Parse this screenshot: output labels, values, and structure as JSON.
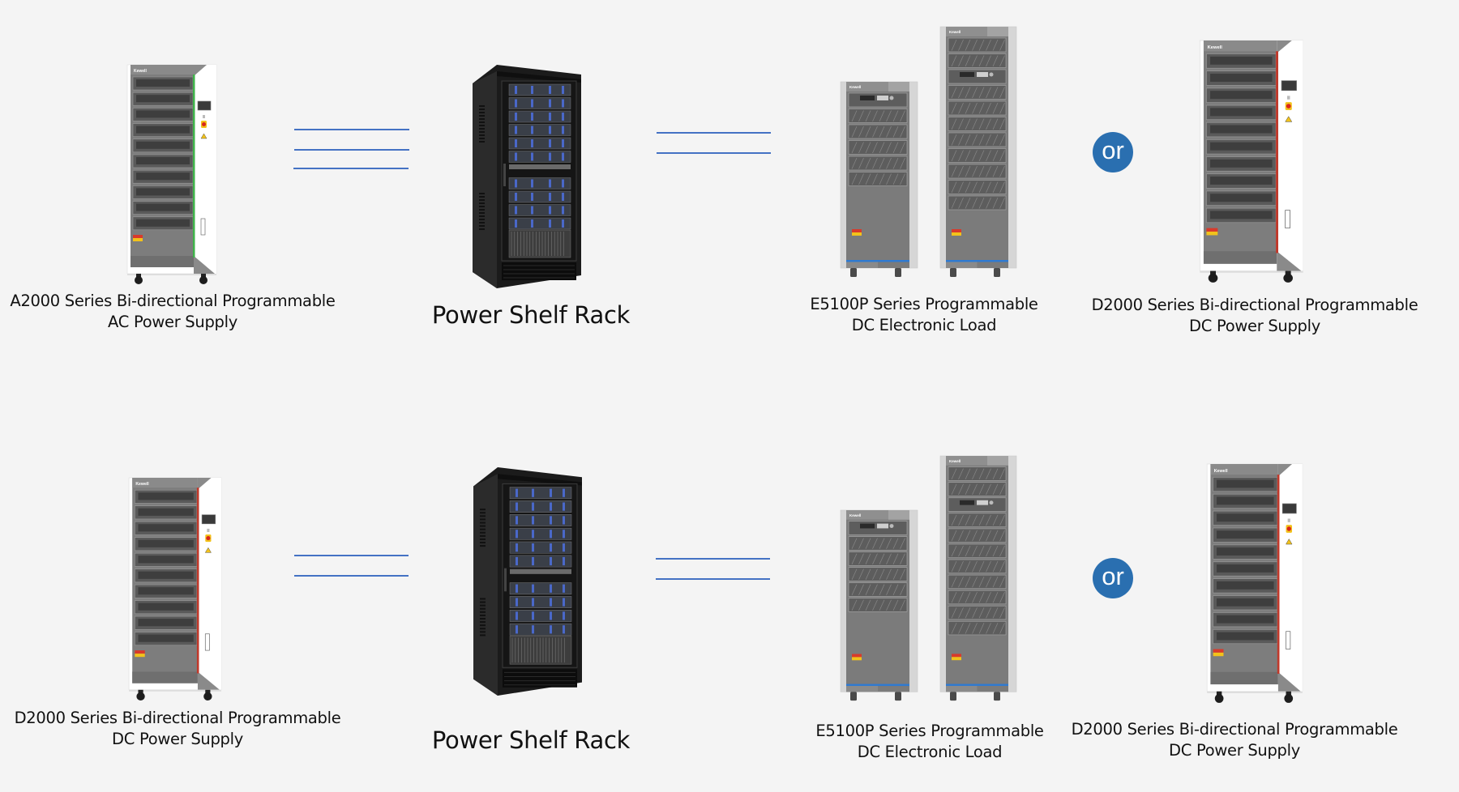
{
  "diagram": {
    "rows": [
      {
        "source": {
          "line1": "A2000 Series Bi-directional Programmable",
          "line2": "AC Power Supply",
          "accent": "#3fb34a"
        },
        "rack": {
          "label": "Power Shelf Rack"
        },
        "load": {
          "line1": "E5100P Series Programmable",
          "line2": "DC Electronic Load"
        },
        "or_label": "or",
        "alt": {
          "line1": "D2000 Series Bi-directional Programmable",
          "line2": "DC Power Supply",
          "accent": "#c0392b"
        },
        "connector_left_lines": 3,
        "connector_right_lines": 2
      },
      {
        "source": {
          "line1": "D2000 Series Bi-directional Programmable",
          "line2": "DC Power Supply",
          "accent": "#c0392b"
        },
        "rack": {
          "label": "Power Shelf Rack"
        },
        "load": {
          "line1": "E5100P Series Programmable",
          "line2": "DC Electronic Load"
        },
        "or_label": "or",
        "alt": {
          "line1": "D2000 Series Bi-directional Programmable",
          "line2": "DC Power Supply",
          "accent": "#c0392b"
        },
        "connector_left_lines": 2,
        "connector_right_lines": 2
      }
    ],
    "brand_text": "Kewell",
    "colors": {
      "connector": "#4472c4",
      "or_badge": "#2a6fb0",
      "background": "#f4f4f4"
    }
  }
}
